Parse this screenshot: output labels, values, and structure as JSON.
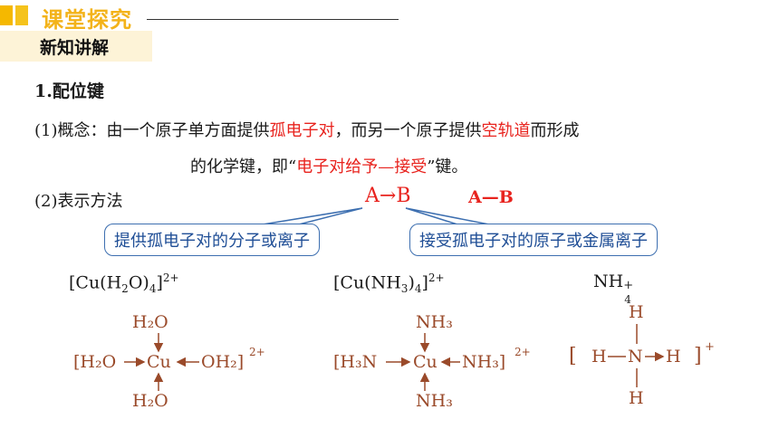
{
  "header": {
    "title": "课堂探究",
    "subtitle": "新知讲解"
  },
  "section": {
    "heading": "1.配位键"
  },
  "concept": {
    "num": "(1)",
    "label": "概念：",
    "part1": "由一个原子单方面提供",
    "hl1": "孤电子对",
    "part2": "，而另一个原子提供",
    "hl2": "空轨道",
    "part3": "而形成",
    "line2a": "的化学键，即“",
    "hl3": "电子对给予—接受",
    "line2b": "”键。"
  },
  "representation": {
    "num": "(2)",
    "label": "表示方法",
    "arrow_form": "A→B",
    "dash_form": "A—B",
    "left_bubble": "提供孤电子对的分子或离子",
    "right_bubble": "接受孤电子对的原子或金属离子"
  },
  "examples": [
    {
      "formula_main": "[Cu(H",
      "formula_sub1": "2",
      "formula_mid": "O)",
      "formula_sub2": "4",
      "formula_end": "]",
      "charge": "2+"
    },
    {
      "formula_main": "[Cu(NH",
      "formula_sub1": "3",
      "formula_mid": ")",
      "formula_sub2": "4",
      "formula_end": "]",
      "charge": "2+"
    },
    {
      "formula_main": "NH",
      "formula_sub1": "4",
      "charge": "+"
    }
  ],
  "structures": {
    "water": {
      "top": "H₂O",
      "left": "[H₂O",
      "center": "Cu",
      "right": "OH₂]",
      "bottom": "H₂O",
      "charge": "2+"
    },
    "ammonia": {
      "top": "NH₃",
      "left": "[H₃N",
      "center": "Cu",
      "right": "NH₃]",
      "bottom": "NH₃",
      "charge": "2+"
    },
    "ammonium": {
      "top": "H",
      "left_bracket": "[",
      "left": "H",
      "center": "N",
      "right": "H",
      "right_bracket": "]",
      "bottom": "H",
      "charge": "+"
    }
  },
  "colors": {
    "accent": "#f5b800",
    "red": "#e8231e",
    "blue": "#1f4e96",
    "brown": "#9a4a2a"
  }
}
